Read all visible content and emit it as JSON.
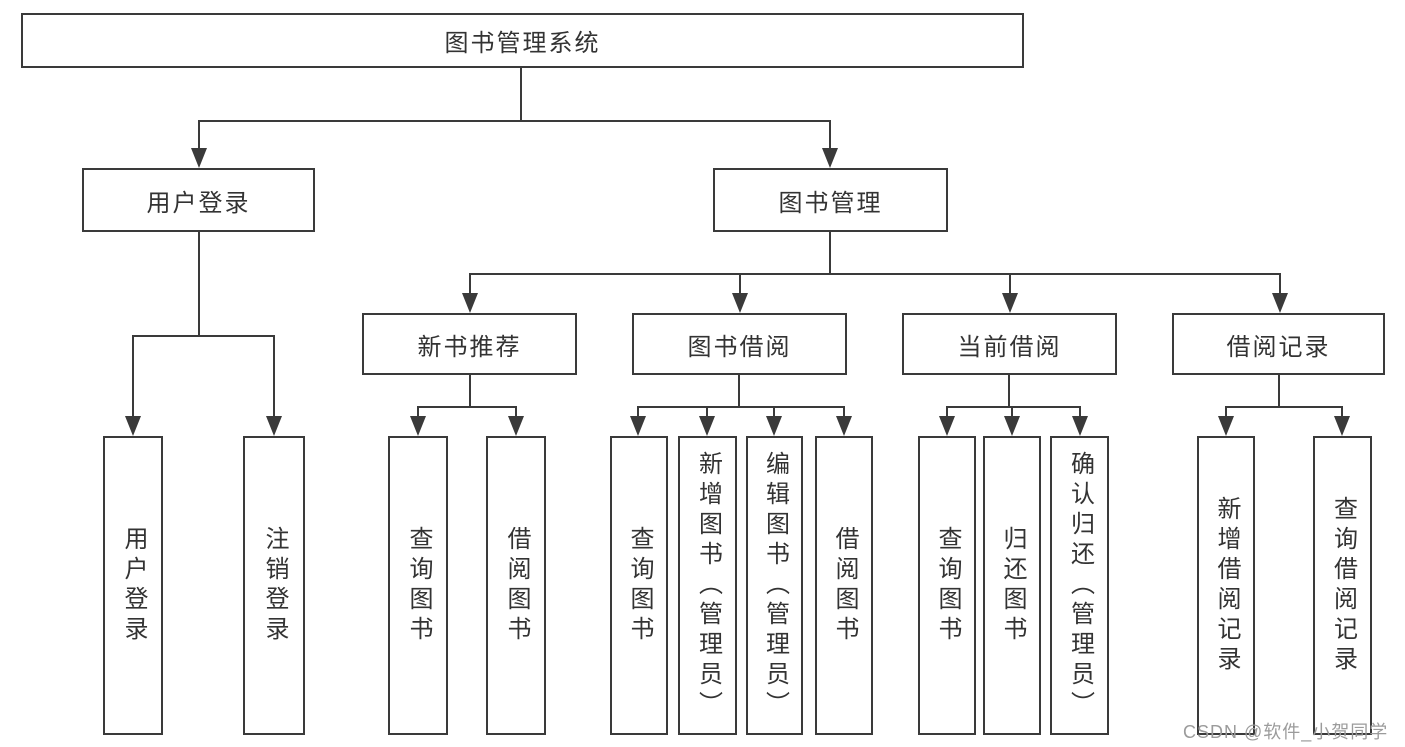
{
  "diagram": {
    "title": "图书管理系统",
    "root": {
      "label": "图书管理系统"
    },
    "level2": [
      {
        "label": "用户登录"
      },
      {
        "label": "图书管理"
      }
    ],
    "level3": [
      {
        "label": "新书推荐"
      },
      {
        "label": "图书借阅"
      },
      {
        "label": "当前借阅"
      },
      {
        "label": "借阅记录"
      }
    ],
    "leaves": [
      {
        "label": "用户登录",
        "parent": "用户登录"
      },
      {
        "label": "注销登录",
        "parent": "用户登录"
      },
      {
        "label": "查询图书",
        "parent": "新书推荐"
      },
      {
        "label": "借阅图书",
        "parent": "新书推荐"
      },
      {
        "label": "查询图书",
        "parent": "图书借阅"
      },
      {
        "label": "新增图书（管理员）",
        "parent": "图书借阅"
      },
      {
        "label": "编辑图书（管理员）",
        "parent": "图书借阅"
      },
      {
        "label": "借阅图书",
        "parent": "图书借阅"
      },
      {
        "label": "查询图书",
        "parent": "当前借阅"
      },
      {
        "label": "归还图书",
        "parent": "当前借阅"
      },
      {
        "label": "确认归还（管理员）",
        "parent": "当前借阅"
      },
      {
        "label": "新增借阅记录",
        "parent": "借阅记录"
      },
      {
        "label": "查询借阅记录",
        "parent": "借阅记录"
      }
    ],
    "watermark": "CSDN @软件_小贺同学",
    "colors": {
      "line": "#3a3a3a",
      "text": "#333333",
      "watermark": "#9b9b9b",
      "background": "#ffffff"
    }
  }
}
